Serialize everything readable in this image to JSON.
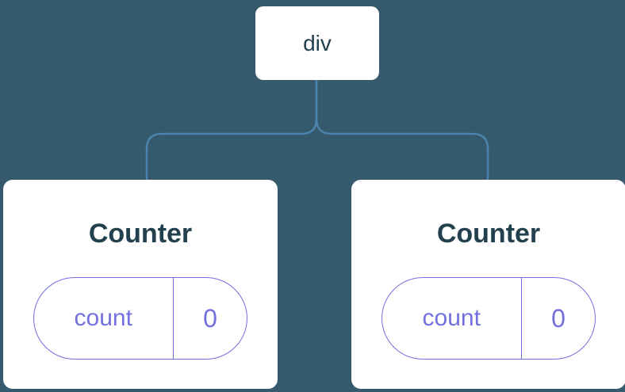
{
  "colors": {
    "background": "#35596D",
    "connector": "#4A84AC",
    "node-bg": "#FFFFFF",
    "node-text": "#23404F",
    "state-accent": "#7370DE"
  },
  "tree": {
    "root": {
      "label": "div"
    },
    "children": [
      {
        "title": "Counter",
        "state": {
          "key": "count",
          "value": "0"
        }
      },
      {
        "title": "Counter",
        "state": {
          "key": "count",
          "value": "0"
        }
      }
    ]
  }
}
